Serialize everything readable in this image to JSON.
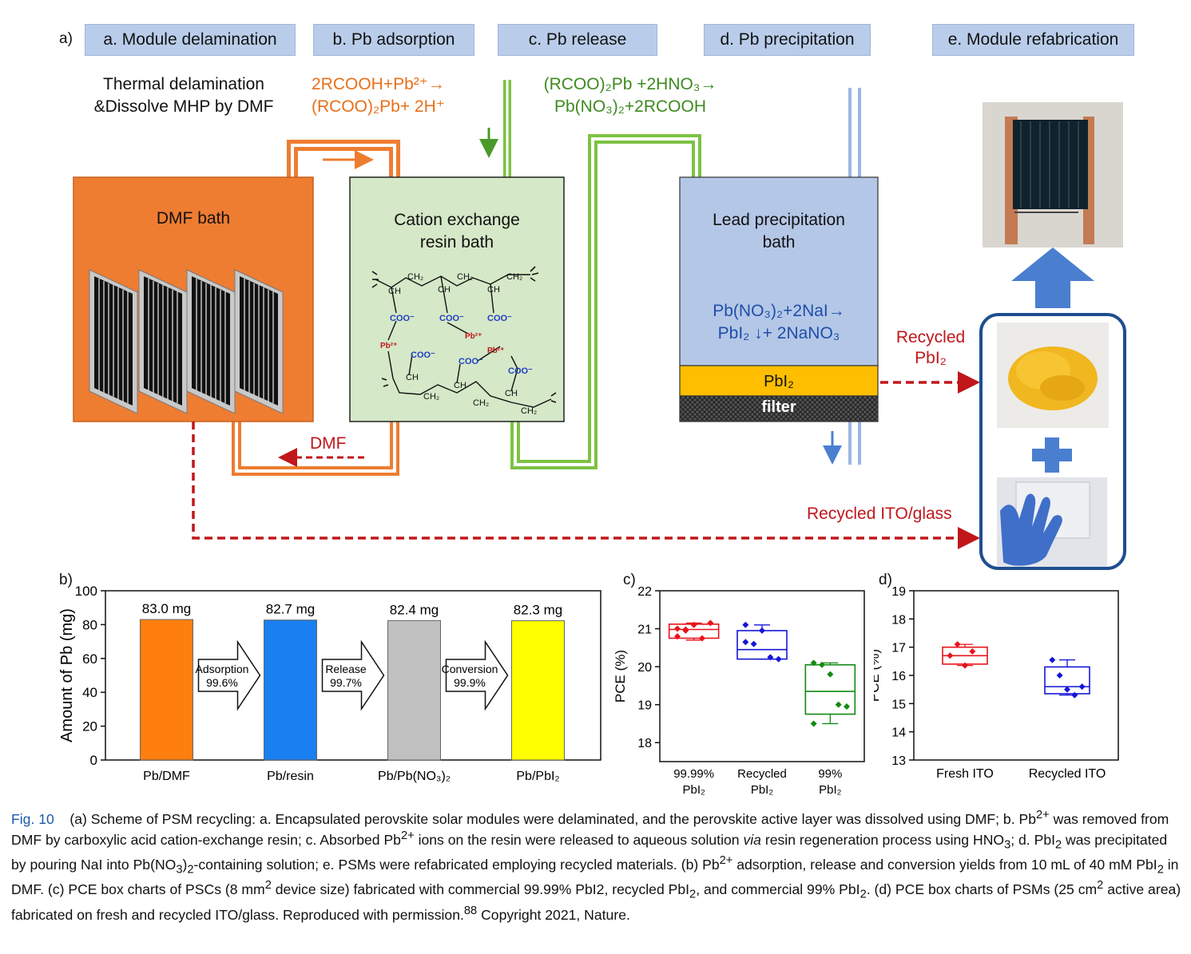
{
  "panel_labels": {
    "a": "a)",
    "b": "b)",
    "c": "c)",
    "d": "d)"
  },
  "steps": [
    "a. Module delamination",
    "b. Pb adsorption",
    "c. Pb release",
    "d. Pb precipitation",
    "e. Module refabrication"
  ],
  "scheme": {
    "delam_line1": "Thermal delamination",
    "delam_line2": "&Dissolve MHP by DMF",
    "adsorb_line1": "2RCOOH+Pb²⁺→",
    "adsorb_line2": "(RCOO)₂Pb+ 2H⁺",
    "release_line1": "(RCOO)₂Pb +2HNO₃→",
    "release_line2": "Pb(NO₃)₂+2RCOOH",
    "dmf_bath": "DMF bath",
    "resin_bath_line1": "Cation exchange",
    "resin_bath_line2": "resin bath",
    "lead_bath_line1": "Lead precipitation",
    "lead_bath_line2": "bath",
    "precip_line1": "Pb(NO₃)₂+2NaI→",
    "precip_line2": "PbI₂ ↓+ 2NaNO₃",
    "pbi2_layer": "PbI₂",
    "filter_layer": "filter",
    "dmf_return": "DMF",
    "recycled_pbi2_line1": "Recycled",
    "recycled_pbi2_line2": "PbI₂",
    "recycled_ito": "Recycled ITO/glass",
    "resin_labels": {
      "ch2_1": "CH₂",
      "ch2_2": "CH₂",
      "ch2_3": "CH₂",
      "ch_1": "CH",
      "ch_2": "CH",
      "ch_3": "CH",
      "coo_1": "COO⁻",
      "coo_2": "COO⁻",
      "coo_3": "COO⁻",
      "coo_4": "COO⁻",
      "coo_5": "COO⁻",
      "coo_6": "COO⁻",
      "pb_1": "Pb²⁺",
      "pb_2": "Pb²⁺",
      "pb_3": "Pb²⁺",
      "ch_4": "CH",
      "ch_5": "CH",
      "ch_6": "CH",
      "ch2_4": "CH₂",
      "ch2_5": "CH₂",
      "ch2_6": "CH₂"
    }
  },
  "colors": {
    "orange": "#ee7d31",
    "green_resin": "#d5e8c7",
    "blue_bath": "#b4c7e7",
    "pbi2_yellow": "#ffbf00",
    "red_dash": "#c0171b",
    "arrow_blue": "#4a7fd0"
  },
  "chart_data": [
    {
      "type": "bar",
      "ylabel": "Amount of Pb (mg)",
      "ylim": [
        0,
        100
      ],
      "yticks": [
        "0",
        "20",
        "40",
        "60",
        "80",
        "100"
      ],
      "categories": [
        "Pb/DMF",
        "Pb/resin",
        "Pb/Pb(NO₃)₂",
        "Pb/PbI₂"
      ],
      "values": [
        83.0,
        82.7,
        82.4,
        82.3
      ],
      "data_labels": [
        "83.0 mg",
        "82.7 mg",
        "82.4 mg",
        "82.3 mg"
      ],
      "bar_colors": [
        "#ff7f0e",
        "#1a7ff0",
        "#c0c0c0",
        "#ffff00"
      ],
      "step_arrows": [
        {
          "label": "Adsorption",
          "yield": "99.6%"
        },
        {
          "label": "Release",
          "yield": "99.7%"
        },
        {
          "label": "Conversion",
          "yield": "99.9%"
        }
      ]
    },
    {
      "type": "box",
      "ylabel": "PCE (%)",
      "ylim": [
        17.5,
        22
      ],
      "yticks": [
        "18",
        "19",
        "20",
        "21",
        "22"
      ],
      "categories_line1": [
        "99.99%",
        "Recycled",
        "99%"
      ],
      "categories_line2": [
        "PbI₂",
        "PbI₂",
        "PbI₂"
      ],
      "series": [
        {
          "color": "#e8141c",
          "q1": 20.75,
          "median": 20.98,
          "q3": 21.12,
          "whisker_low": 20.7,
          "whisker_high": 21.15,
          "points": [
            21.0,
            20.95,
            21.1,
            20.75,
            21.15,
            20.8,
            20.98
          ]
        },
        {
          "color": "#1515d8",
          "q1": 20.2,
          "median": 20.45,
          "q3": 20.95,
          "whisker_low": 20.2,
          "whisker_high": 21.1,
          "points": [
            21.1,
            20.6,
            20.95,
            20.25,
            20.2,
            20.65
          ]
        },
        {
          "color": "#128a12",
          "q1": 18.75,
          "median": 19.35,
          "q3": 20.05,
          "whisker_low": 18.5,
          "whisker_high": 20.1,
          "points": [
            20.1,
            20.05,
            19.8,
            19.0,
            18.95,
            18.5
          ]
        }
      ]
    },
    {
      "type": "box",
      "ylabel": "PCE (%)",
      "ylim": [
        13,
        19
      ],
      "yticks": [
        "13",
        "14",
        "15",
        "16",
        "17",
        "18",
        "19"
      ],
      "categories": [
        "Fresh ITO",
        "Recycled ITO"
      ],
      "series": [
        {
          "color": "#e8141c",
          "q1": 16.4,
          "median": 16.7,
          "q3": 17.0,
          "whisker_low": 16.35,
          "whisker_high": 17.1,
          "points": [
            16.7,
            17.1,
            16.35,
            16.85
          ]
        },
        {
          "color": "#1515d8",
          "q1": 15.35,
          "median": 15.6,
          "q3": 16.3,
          "whisker_low": 15.3,
          "whisker_high": 16.55,
          "points": [
            16.55,
            16.0,
            15.5,
            15.3,
            15.6
          ]
        }
      ]
    }
  ],
  "caption": {
    "fig_label": "Fig. 10",
    "text_a1": "(a) Scheme of PSM recycling: a. Encapsulated perovskite solar modules were delaminated, and the perovskite active layer was dissolved using DMF; b. Pb",
    "sup_a1": "2+",
    "text_a2": " was removed from DMF by carboxylic acid cation-exchange resin; c. Absorbed Pb",
    "sup_a2": "2+",
    "text_a3": " ions on the resin were released to aqueous solution ",
    "via": "via",
    "text_a4": " resin regeneration process using HNO",
    "sub_a4": "3",
    "text_a5": "; d. PbI",
    "sub_a5": "2",
    "text_a6": " was precipitated by pouring NaI into Pb(NO",
    "sub_a6": "3",
    "text_a7": ")",
    "sub_a7": "2",
    "text_a8": "-containing solution; e. PSMs were refabricated employing recycled materials. (b) Pb",
    "sup_b": "2+",
    "text_b": " adsorption, release and conversion yields from 10 mL of 40 mM PbI",
    "sub_b": "2",
    "text_b2": " in DMF. (c) PCE box charts of PSCs (8 mm",
    "sup_c": "2",
    "text_c": " device size) fabricated with commercial 99.99% PbI2, recycled PbI",
    "sub_c1": "2",
    "text_c2": ", and commercial 99% PbI",
    "sub_c2": "2",
    "text_c3": ". (d) PCE box charts of PSMs (25 cm",
    "sup_d": "2",
    "text_d": " active area) fabricated on fresh and recycled ITO/glass. Reproduced with permission.",
    "ref": "88",
    "text_end": " Copyright 2021, Nature."
  }
}
